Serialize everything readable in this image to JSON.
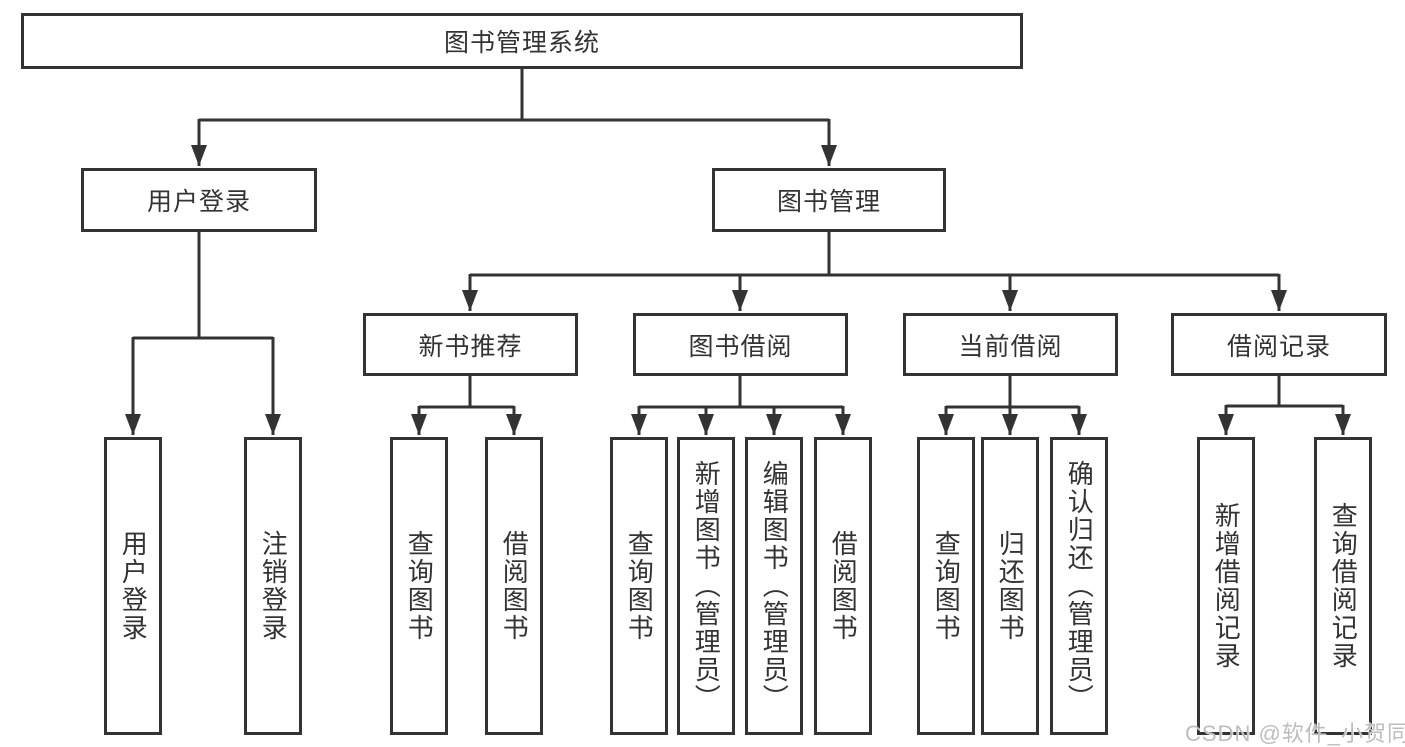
{
  "tree": {
    "root": {
      "label": "图书管理系统"
    },
    "level2": [
      {
        "label": "用户登录",
        "children": [
          {
            "label": "用户登录"
          },
          {
            "label": "注销登录"
          }
        ]
      },
      {
        "label": "图书管理",
        "children": [
          {
            "label": "新书推荐",
            "children": [
              {
                "label": "查询图书"
              },
              {
                "label": "借阅图书"
              }
            ]
          },
          {
            "label": "图书借阅",
            "children": [
              {
                "label": "查询图书"
              },
              {
                "label": "新增图书（管理员）"
              },
              {
                "label": "编辑图书（管理员）"
              },
              {
                "label": "借阅图书"
              }
            ]
          },
          {
            "label": "当前借阅",
            "children": [
              {
                "label": "查询图书"
              },
              {
                "label": "归还图书"
              },
              {
                "label": "确认归还（管理员）"
              }
            ]
          },
          {
            "label": "借阅记录",
            "children": [
              {
                "label": "新增借阅记录"
              },
              {
                "label": "查询借阅记录"
              }
            ]
          }
        ]
      }
    ]
  },
  "watermark": {
    "text": "CSDN @软件_小贺同学"
  },
  "colors": {
    "line": "#333333",
    "box_border": "#333333",
    "text": "#333333",
    "watermark": "#bdbdbd",
    "background": "#ffffff"
  }
}
